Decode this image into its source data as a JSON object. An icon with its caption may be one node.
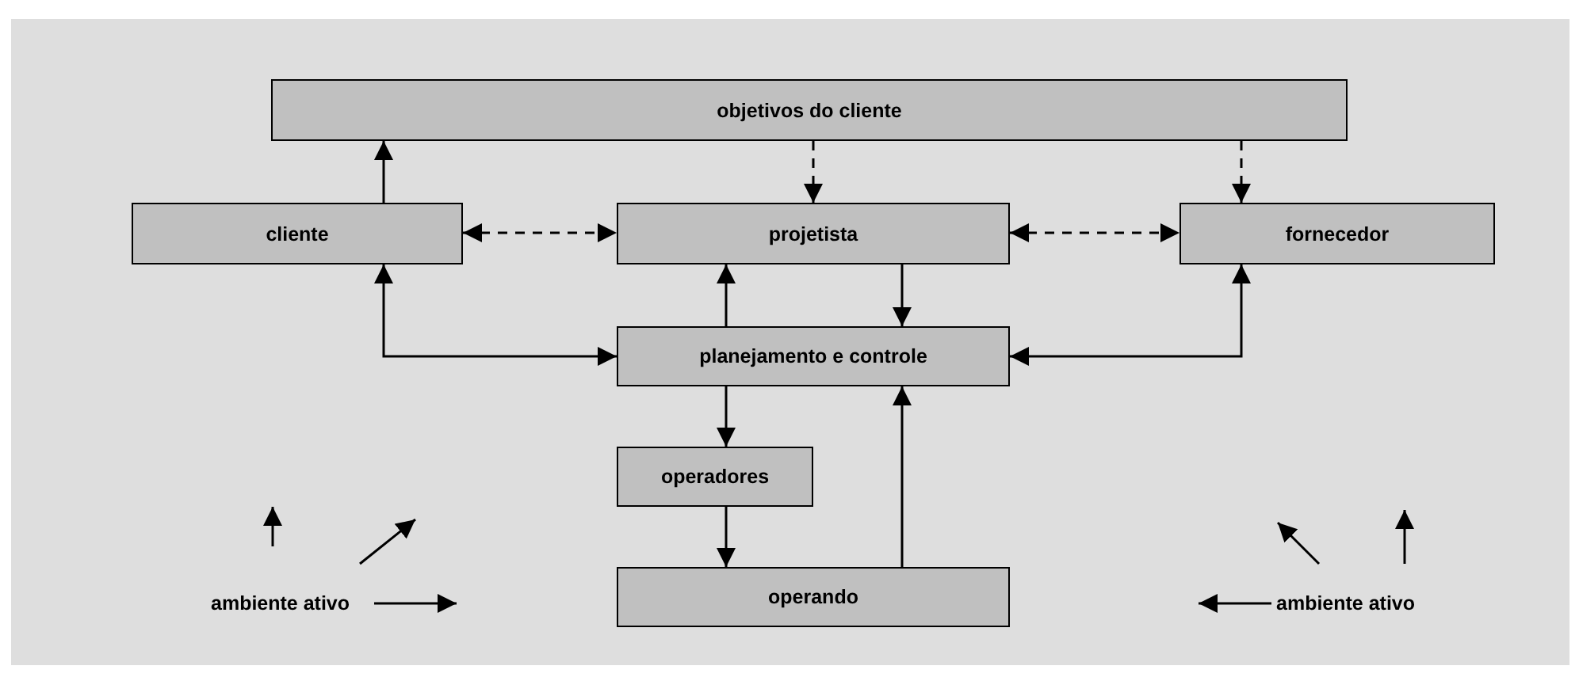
{
  "diagram": {
    "nodes": [
      {
        "text": [
          "objetivos do cliente"
        ]
      },
      {
        "text": [
          "cliente"
        ]
      },
      {
        "text": [
          "projetista"
        ]
      },
      {
        "text": [
          "fornecedor"
        ]
      },
      {
        "text": [
          "planejamento e controle"
        ]
      },
      {
        "text": [
          "operadores"
        ]
      },
      {
        "text": [
          "operando"
        ]
      }
    ],
    "edges": [
      {
        "from": 1,
        "to": 0,
        "arrow": "to"
      },
      {
        "from": 0,
        "to": 2,
        "arrow": "to",
        "style": "dashed"
      },
      {
        "from": 0,
        "to": 3,
        "arrow": "to",
        "style": "dashed"
      },
      {
        "from": 1,
        "to": 2,
        "arrow": "both",
        "style": "dashed"
      },
      {
        "from": 2,
        "to": 3,
        "arrow": "both",
        "style": "dashed"
      },
      {
        "from": 4,
        "to": 2,
        "arrow": "to"
      },
      {
        "from": 2,
        "to": 4,
        "arrow": "to"
      },
      {
        "from": 4,
        "to": 1,
        "arrow": "both"
      },
      {
        "from": 4,
        "to": 3,
        "arrow": "both"
      },
      {
        "from": 4,
        "to": 5,
        "arrow": "to"
      },
      {
        "from": 5,
        "to": 6,
        "arrow": "to"
      },
      {
        "from": 6,
        "to": 4,
        "arrow": "to"
      }
    ],
    "labels": [
      "ambiente ativo",
      "ambiente ativo"
    ]
  }
}
